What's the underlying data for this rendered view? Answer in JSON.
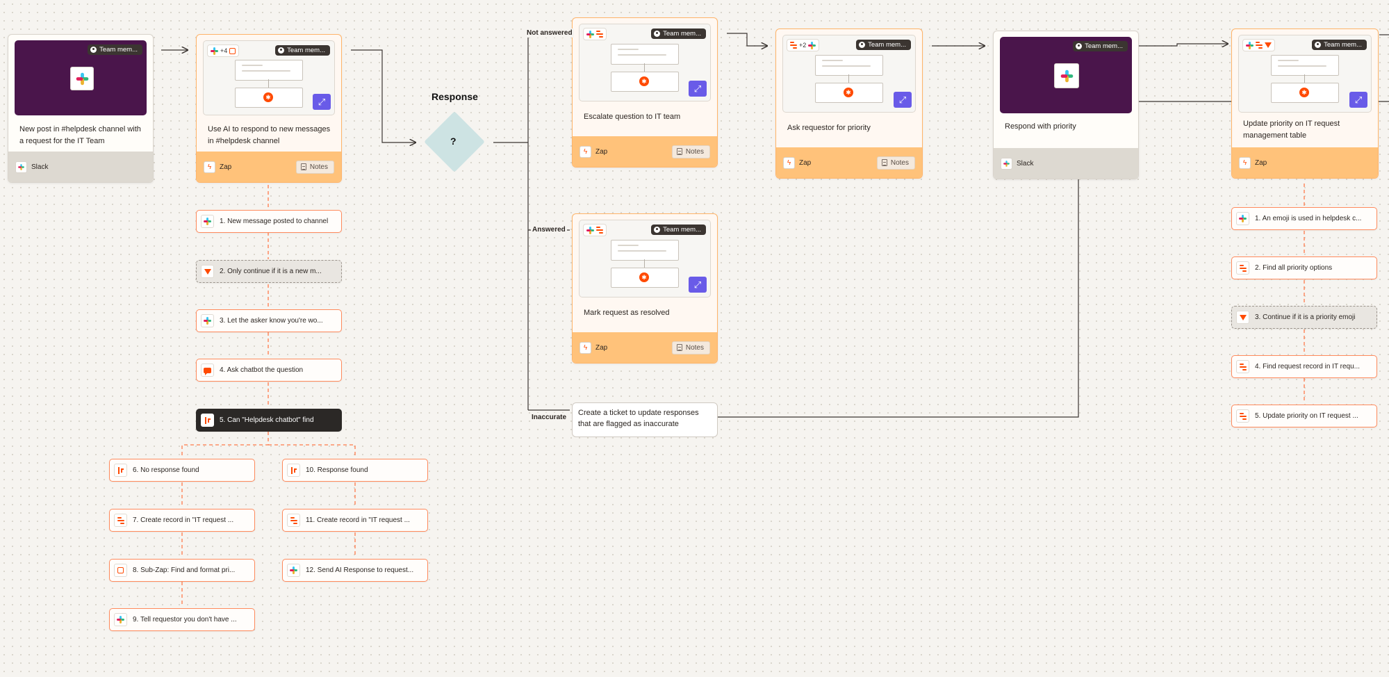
{
  "badge_label": "Team mem...",
  "app_labels": {
    "slack": "Slack",
    "zap": "Zap",
    "notes": "Notes"
  },
  "cards": {
    "trigger": {
      "text": "New post in #helpdesk channel with a request for the IT Team",
      "app": "Slack"
    },
    "ai_respond": {
      "text": "Use AI to respond to new messages in #helpdesk channel",
      "extra_apps": "+4"
    },
    "escalate": {
      "text": "Escalate question to IT team"
    },
    "resolved": {
      "text": "Mark request as resolved"
    },
    "ask_priority": {
      "text": "Ask requestor for priority",
      "extra_apps": "+2"
    },
    "respond_priority": {
      "text": "Respond with priority"
    },
    "update_priority": {
      "text": "Update priority on IT request management table"
    },
    "ticket": {
      "text": "Create a ticket to update responses that are flagged as inaccurate"
    }
  },
  "decision": {
    "title": "Response",
    "symbol": "?"
  },
  "branches": {
    "not_answered": "Not answered",
    "answered": "Answered",
    "inaccurate": "Inaccurate"
  },
  "steps_left": [
    {
      "label": "1. New message posted to channel",
      "icon": "slack-icon"
    },
    {
      "label": "2. Only continue if it is a new m...",
      "icon": "filter-icon"
    },
    {
      "label": "3. Let the asker know you're wo...",
      "icon": "slack-icon"
    },
    {
      "label": "4. Ask chatbot the question",
      "icon": "chatbot-icon"
    },
    {
      "label": "5. Can \"Helpdesk chatbot\" find",
      "icon": "branch-icon"
    }
  ],
  "steps_branch_a": [
    {
      "label": "6. No response found",
      "icon": "branch-icon"
    },
    {
      "label": "7. Create record in \"IT request ...",
      "icon": "table-icon"
    },
    {
      "label": "8. Sub-Zap: Find and format pri...",
      "icon": "subzap-icon"
    },
    {
      "label": "9. Tell requestor you don't have ...",
      "icon": "slack-icon"
    }
  ],
  "steps_branch_b": [
    {
      "label": "10. Response found",
      "icon": "branch-icon"
    },
    {
      "label": "11. Create record in \"IT request ...",
      "icon": "table-icon"
    },
    {
      "label": "12. Send AI Response to request...",
      "icon": "slack-icon"
    }
  ],
  "steps_right": [
    {
      "label": "1. An emoji is used in helpdesk c...",
      "icon": "slack-icon"
    },
    {
      "label": "2. Find all priority options",
      "icon": "table-icon"
    },
    {
      "label": "3. Continue if it is a priority emoji",
      "icon": "filter-icon"
    },
    {
      "label": "4. Find request record in IT requ...",
      "icon": "table-icon"
    },
    {
      "label": "5. Update priority on IT request ...",
      "icon": "table-icon"
    }
  ],
  "colors": {
    "accent": "#ff4a00",
    "zap_footer": "#ffc27a",
    "slack_purple": "#4a154b",
    "expand_button": "#695be8",
    "decision": "#cde3e3"
  }
}
